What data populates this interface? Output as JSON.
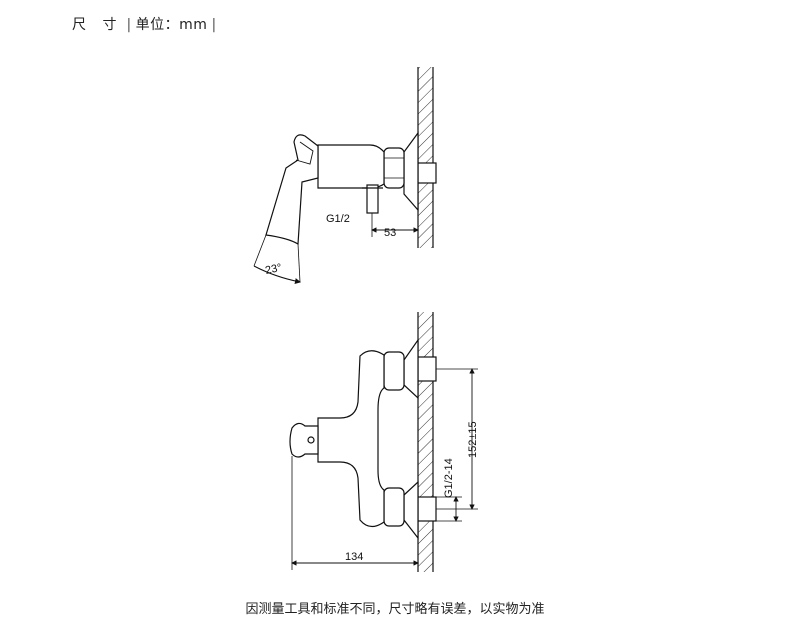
{
  "header": {
    "title": "尺 寸",
    "unit_label": "单位：mm"
  },
  "top_view": {
    "label_thread": "G1/2",
    "label_offset": "53",
    "label_angle": "23°"
  },
  "front_view": {
    "label_length": "134",
    "label_centers": "152±15",
    "label_thread": "G1/2-14"
  },
  "footer": {
    "note": "因测量工具和标准不同，尺寸略有误差，以实物为准"
  }
}
